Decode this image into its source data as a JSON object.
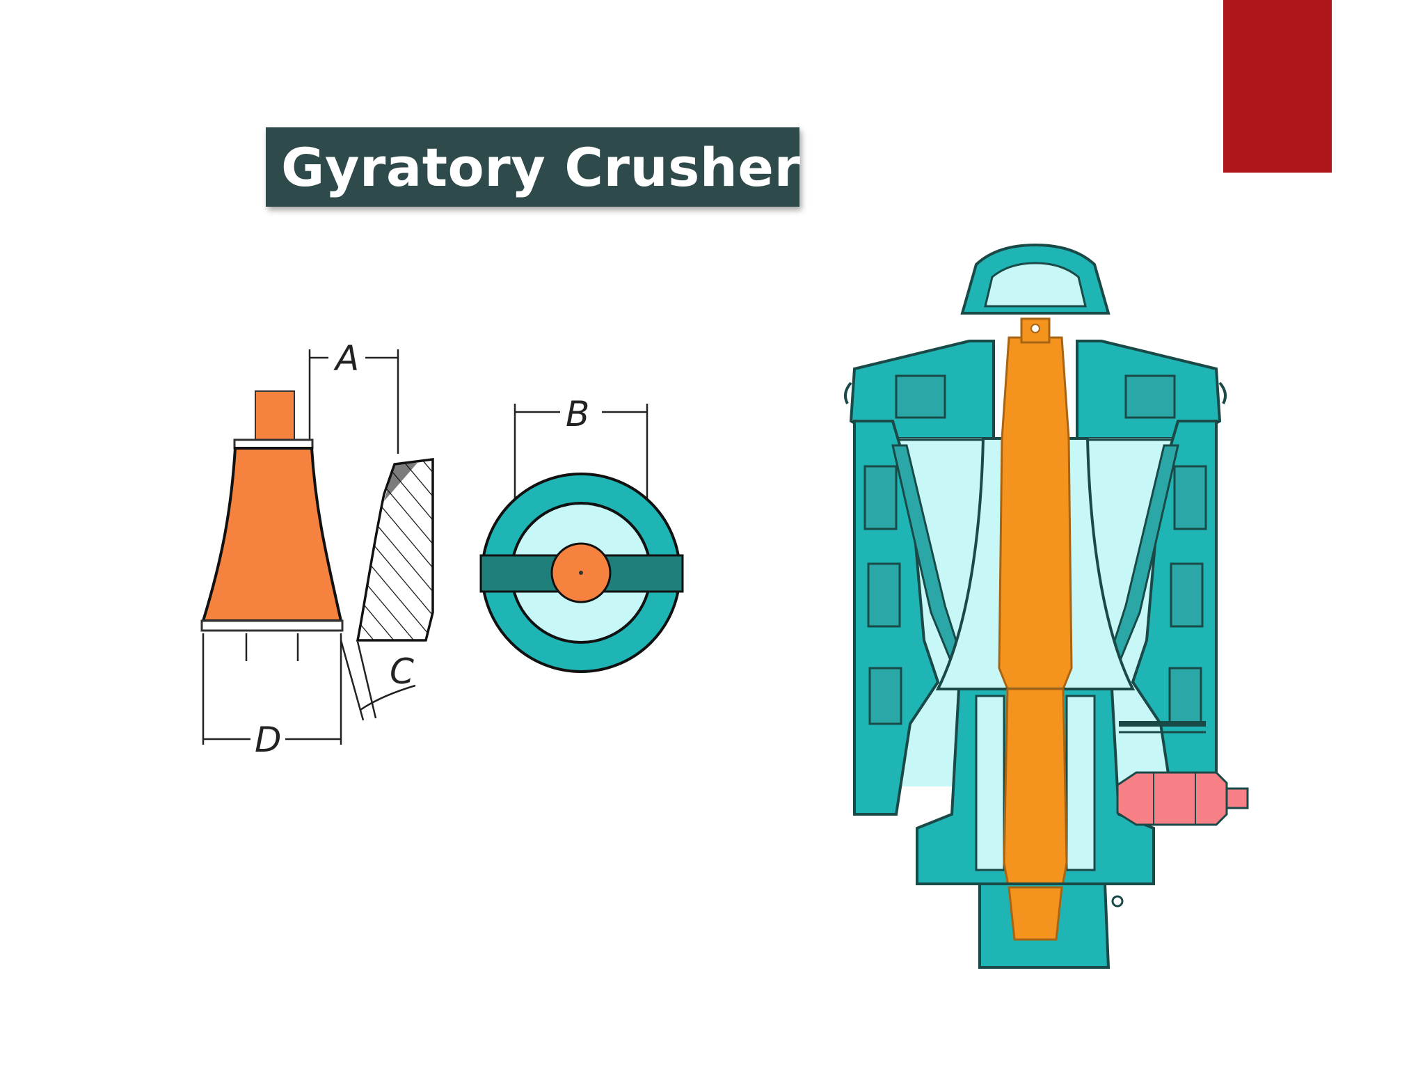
{
  "slide": {
    "title": "Gyratory Crusher"
  },
  "diagram": {
    "dimension_labels": {
      "a": "A",
      "b": "B",
      "c": "C",
      "d": "D"
    }
  },
  "colors": {
    "accent_red": "#ae1719",
    "title_bg": "#2f4a4b",
    "orange": "#f5823f",
    "teal": "#1fb5b5",
    "dark_teal": "#1f7f7b",
    "light_cyan": "#c8f7f8",
    "pink": "#f77f86"
  }
}
